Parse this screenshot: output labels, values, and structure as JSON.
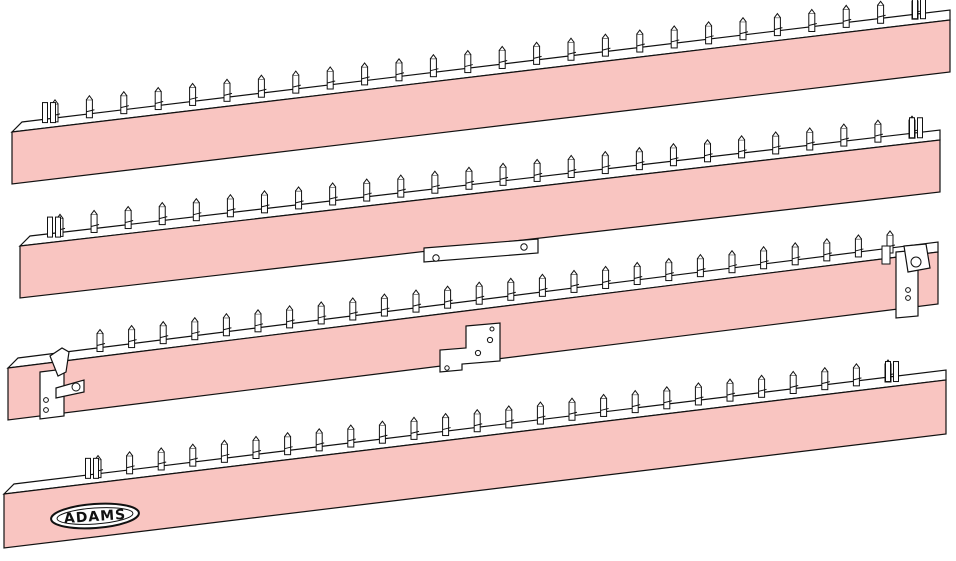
{
  "drawing": {
    "description_free": true,
    "colors": {
      "bar_fill": "#f9c5c1",
      "bar_top": "#ffffff",
      "outline": "#111111",
      "pin_fill": "#ffffff",
      "hardware_fill": "#ffffff"
    },
    "bars": [
      {
        "name": "bar-1",
        "pin_count": 26,
        "fittings": [
          "end-pins-left",
          "end-pins-right"
        ]
      },
      {
        "name": "bar-2",
        "pin_count": 26,
        "fittings": [
          "bottom-bracket",
          "end-pins-left",
          "end-pins-right"
        ]
      },
      {
        "name": "bar-3",
        "pin_count": 26,
        "fittings": [
          "left-clamp",
          "center-plate",
          "right-hinge"
        ]
      },
      {
        "name": "bar-4",
        "pin_count": 26,
        "fittings": [
          "logo-badge",
          "end-pins-left",
          "end-pins-right"
        ]
      }
    ],
    "logo": {
      "text": "ADAMS"
    }
  }
}
